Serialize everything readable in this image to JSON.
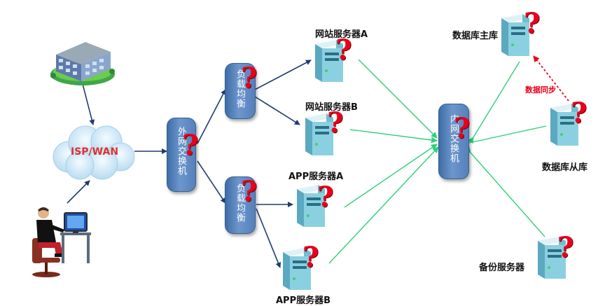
{
  "nodes": {
    "isp_wan": "ISP/WAN",
    "outer_switch": "外网交换机",
    "lb_top": "负载均衡",
    "lb_bottom": "负载均衡",
    "inner_switch": "内网交换机",
    "web_a": "网站服务器A",
    "web_b": "网站服务器B",
    "app_a": "APP服务器A",
    "app_b": "APP服务器B",
    "db_master": "数据库主库",
    "db_slave": "数据库从库",
    "backup": "备份服务器"
  },
  "annotations": {
    "sync": "数据同步",
    "question_mark": "?"
  },
  "colors": {
    "switch_blue": "#4a78b4",
    "dark_arrow": "#1f3b73",
    "green_line": "#2ed17a",
    "sync_red": "#e8001c",
    "server_teal": "#7cc6d8"
  }
}
